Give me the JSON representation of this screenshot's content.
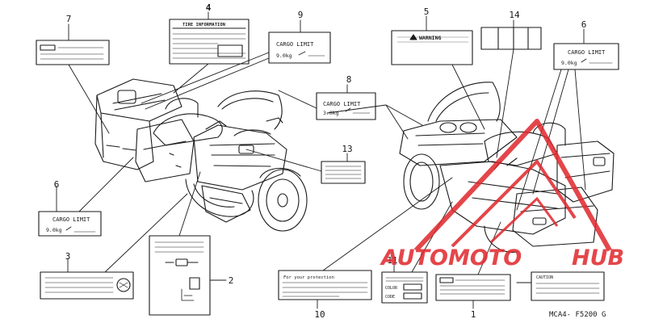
{
  "callouts": {
    "c1": "1",
    "c2": "2",
    "c3": "3",
    "c4": "4",
    "c5": "5",
    "c6a": "6",
    "c6b": "6",
    "c7": "7",
    "c8": "8",
    "c9": "9",
    "c10": "10",
    "c11": "11",
    "c13": "13",
    "c14": "14"
  },
  "labels": {
    "tire_info": "TIRE INFORMATION",
    "warning": "WARNING",
    "cargo_limit": "CARGO LIMIT",
    "cargo_9_0": "9.0kg",
    "cargo_3_0": "3.0kg",
    "cargo_9_0_left": "9.0kg",
    "cargo_9_0_right": "9.0kg",
    "for_your_protection": "For your protection",
    "color": "COLOR",
    "code": "CODE",
    "caution": "CAUTION"
  },
  "footer": {
    "part_code": "MCA4- F5200 G"
  },
  "watermark": {
    "brand_a": "AUTOMOTO",
    "brand_b": "HUB",
    "accent": "#e0262b"
  },
  "colors": {
    "line": "#1a1a1a",
    "background": "#ffffff"
  }
}
